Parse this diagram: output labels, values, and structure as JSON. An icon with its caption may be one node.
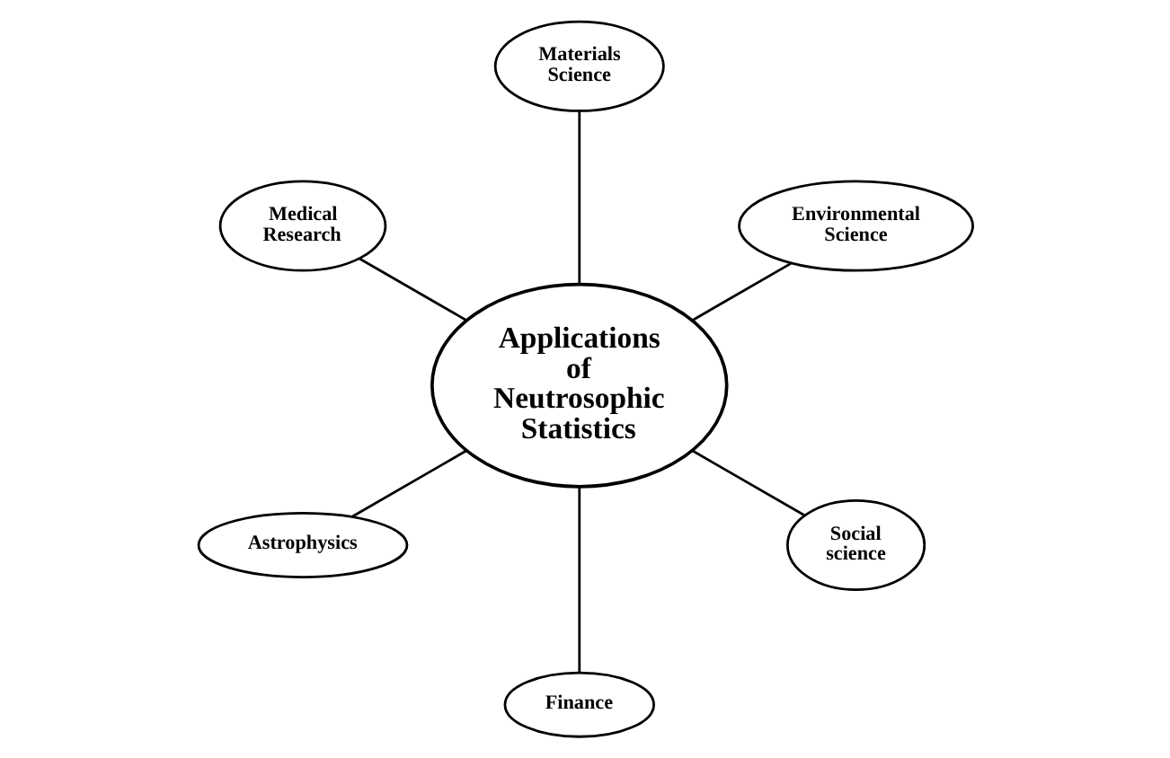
{
  "diagram": {
    "nodes": [
      {
        "text": [
          "Applications of Neutrosophic Statistics"
        ]
      },
      {
        "text": [
          "Environmental Science"
        ]
      },
      {
        "text": [
          "Materials Science"
        ]
      },
      {
        "text": [
          "Medical Research"
        ]
      },
      {
        "text": [
          "Astrophysics"
        ]
      },
      {
        "text": [
          "Finance"
        ]
      },
      {
        "text": [
          "Social science"
        ]
      }
    ],
    "edges": [
      {
        "from": 0,
        "to": 1,
        "arrow": "none"
      },
      {
        "from": 0,
        "to": 2,
        "arrow": "none"
      },
      {
        "from": 0,
        "to": 3,
        "arrow": "none"
      },
      {
        "from": 0,
        "to": 4,
        "arrow": "none"
      },
      {
        "from": 0,
        "to": 5,
        "arrow": "none"
      },
      {
        "from": 0,
        "to": 6,
        "arrow": "none"
      }
    ]
  }
}
